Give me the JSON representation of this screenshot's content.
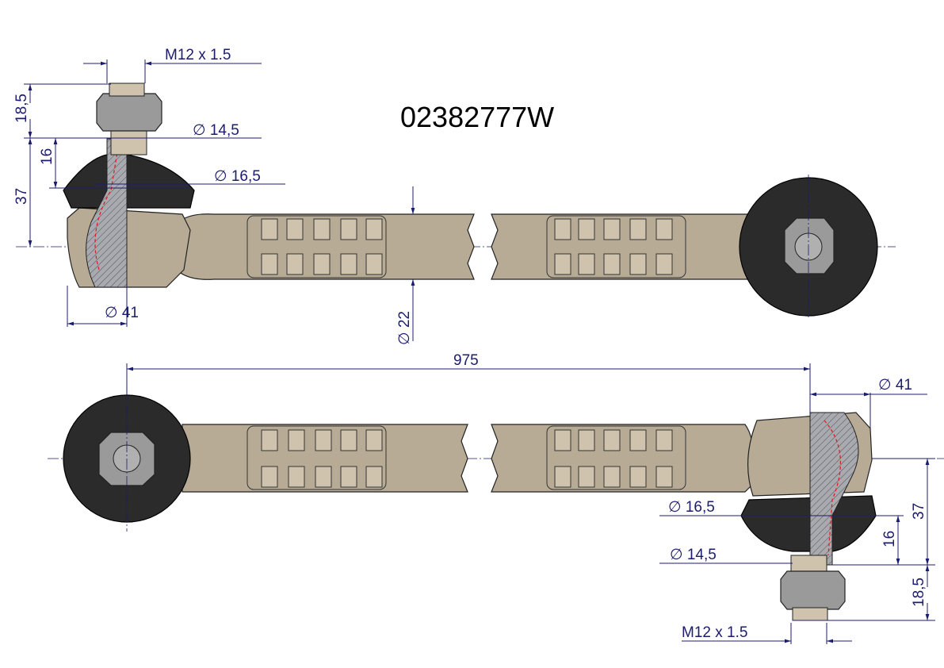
{
  "part_number": "02382777W",
  "dimensions": {
    "thread": "M12 x 1.5",
    "nut_height": "18,5",
    "cone_height": "16",
    "total_height": "37",
    "diameter_small": "14,5",
    "diameter_large": "16,5",
    "housing_diameter": "41",
    "rod_diameter": "22",
    "length": "975",
    "diameter_symbol": "∅"
  },
  "colors": {
    "dimension": "#1c1c6e",
    "metal": "#b8ab95",
    "rubber": "#2b2b2b"
  }
}
